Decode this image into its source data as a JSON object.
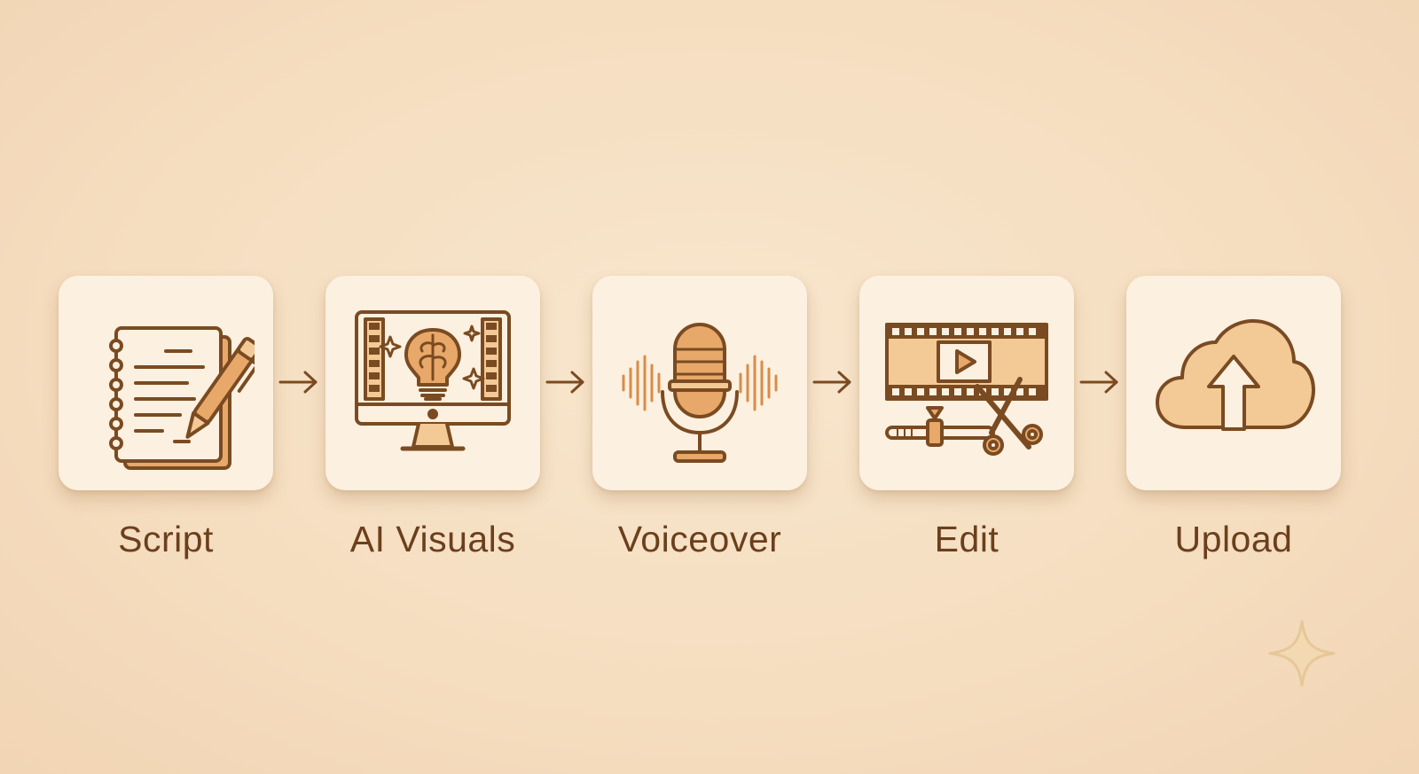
{
  "steps": [
    {
      "label": "Script",
      "icon": "notebook-pen-icon"
    },
    {
      "label": "AI Visuals",
      "icon": "monitor-lightbulb-brain-icon"
    },
    {
      "label": "Voiceover",
      "icon": "microphone-soundwave-icon"
    },
    {
      "label": "Edit",
      "icon": "film-strip-scissors-icon"
    },
    {
      "label": "Upload",
      "icon": "cloud-upload-icon"
    }
  ],
  "colors": {
    "background": "#f5ddbf",
    "card": "#fcf0e0",
    "stroke": "#7a4b22",
    "accent_fill": "#e8a869",
    "light_fill": "#f3c995",
    "label_text": "#6b3f1d"
  },
  "decoration": {
    "icon": "sparkle-icon"
  }
}
